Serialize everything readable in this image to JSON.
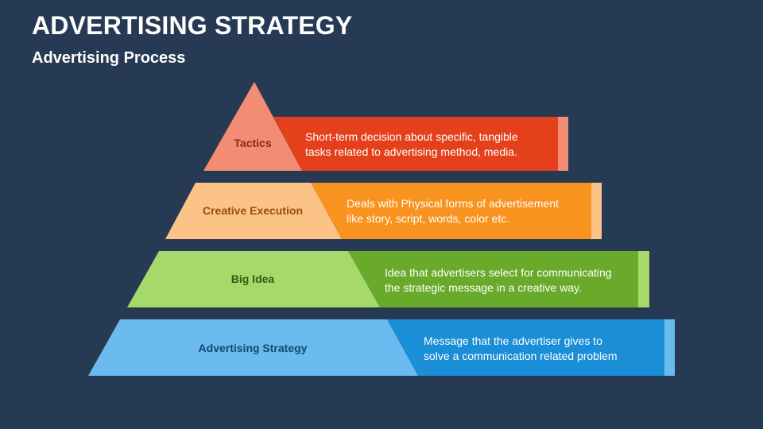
{
  "slide": {
    "title": "ADVERTISING STRATEGY",
    "subtitle": "Advertising Process"
  },
  "tiers": [
    {
      "label": "Tactics",
      "desc_line1": "Short-term decision about specific, tangible",
      "desc_line2": "tasks related to advertising method, media.",
      "shape_color": "#f28c72",
      "band_color": "#e5401c",
      "edge_color": "#f28c72",
      "label_color": "#8a2a12"
    },
    {
      "label": "Creative Execution",
      "desc_line1": "Deals with Physical forms of advertisement",
      "desc_line2": "like story, script, words, color etc.",
      "shape_color": "#fbc386",
      "band_color": "#f7931e",
      "edge_color": "#fbc386",
      "label_color": "#9a4e0e"
    },
    {
      "label": "Big Idea",
      "desc_line1": "Idea that advertisers select for communicating",
      "desc_line2": "the strategic message in a creative way.",
      "shape_color": "#a6d96a",
      "band_color": "#6aaa2a",
      "edge_color": "#a6d96a",
      "label_color": "#2f5a12"
    },
    {
      "label": "Advertising Strategy",
      "desc_line1": "Message that the advertiser gives to",
      "desc_line2": "solve a communication related problem",
      "shape_color": "#6bbbf0",
      "band_color": "#1a8ed6",
      "edge_color": "#6bbbf0",
      "label_color": "#15466e"
    }
  ]
}
